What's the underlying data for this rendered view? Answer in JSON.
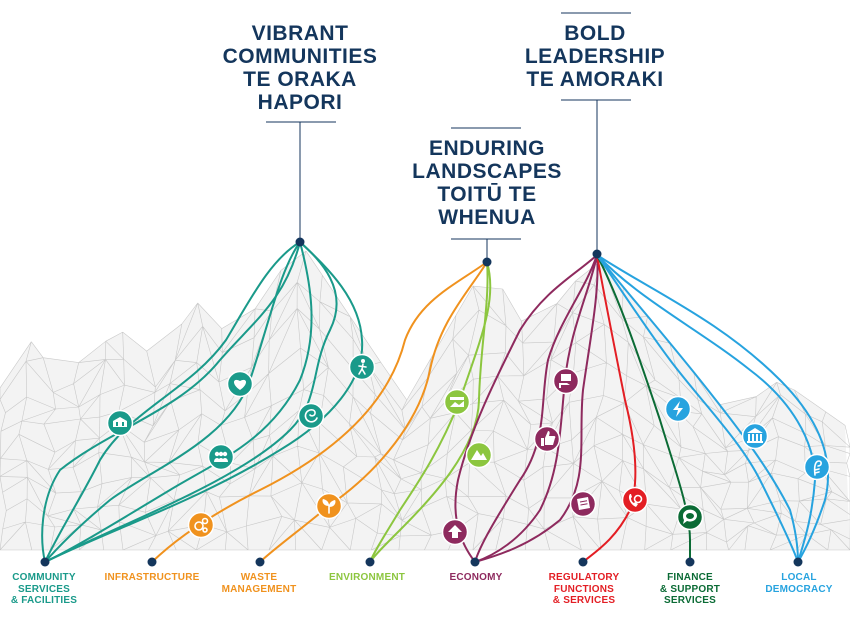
{
  "peaks": [
    {
      "id": "vibrant",
      "lines": [
        "VIBRANT",
        "COMMUNITIES",
        "TE ORAKA",
        "HAPORI"
      ]
    },
    {
      "id": "enduring",
      "lines": [
        "ENDURING",
        "LANDSCAPES",
        "TOITŪ TE",
        "WHENUA"
      ]
    },
    {
      "id": "bold",
      "lines": [
        "BOLD",
        "LEADERSHIP",
        "TE AMORAKI"
      ]
    }
  ],
  "categories": [
    {
      "id": "community",
      "lines": [
        "COMMUNITY",
        "SERVICES",
        "& FACILITIES"
      ],
      "color": "#1a9a8a"
    },
    {
      "id": "infrastructure",
      "lines": [
        "INFRASTRUCTURE"
      ],
      "color": "#f0921e"
    },
    {
      "id": "waste",
      "lines": [
        "WASTE",
        "MANAGEMENT"
      ],
      "color": "#f0921e"
    },
    {
      "id": "environment",
      "lines": [
        "ENVIRONMENT"
      ],
      "color": "#8cc63f"
    },
    {
      "id": "economy",
      "lines": [
        "ECONOMY"
      ],
      "color": "#8e2a5e"
    },
    {
      "id": "regulatory",
      "lines": [
        "REGULATORY",
        "FUNCTIONS",
        "& SERVICES"
      ],
      "color": "#e31e24"
    },
    {
      "id": "finance",
      "lines": [
        "FINANCE",
        "& SUPPORT",
        "SERVICES"
      ],
      "color": "#0b6b35"
    },
    {
      "id": "democracy",
      "lines": [
        "LOCAL",
        "DEMOCRACY"
      ],
      "color": "#27a3df"
    }
  ],
  "colors": {
    "title": "#14365c",
    "teal": "#1a9a8a",
    "orange": "#f0921e",
    "lime": "#8cc63f",
    "plum": "#8e2a5e",
    "red": "#e31e24",
    "darkgreen": "#0b6b35",
    "blue": "#27a3df",
    "mesh": "#b9b9b9"
  },
  "icons": [
    "building-icon",
    "heart-icon",
    "hiker-icon",
    "people-icon",
    "koru-icon",
    "gears-icon",
    "sprout-icon",
    "landscape-icon",
    "hills-icon",
    "home-up-icon",
    "thumbs-up-icon",
    "hand-money-icon",
    "document-icon",
    "phone-icon",
    "speech-bubble-icon",
    "lightning-icon",
    "government-icon",
    "fern-icon"
  ]
}
